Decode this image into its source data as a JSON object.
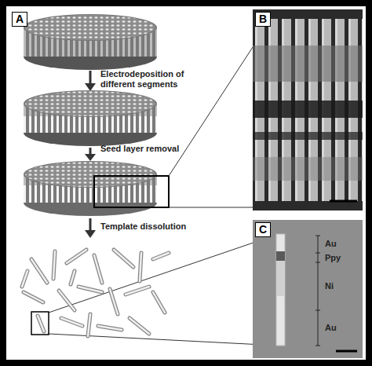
{
  "diagram": {
    "nodes": [
      {
        "text": [
          "A"
        ]
      },
      {
        "text": [
          "B"
        ]
      },
      {
        "text": [
          "C"
        ]
      }
    ],
    "labels": [
      "Electrodeposition of different segments",
      "Seed layer removal",
      "Template dissolution",
      "Au",
      "Ppy",
      "Ni",
      "Au"
    ]
  }
}
